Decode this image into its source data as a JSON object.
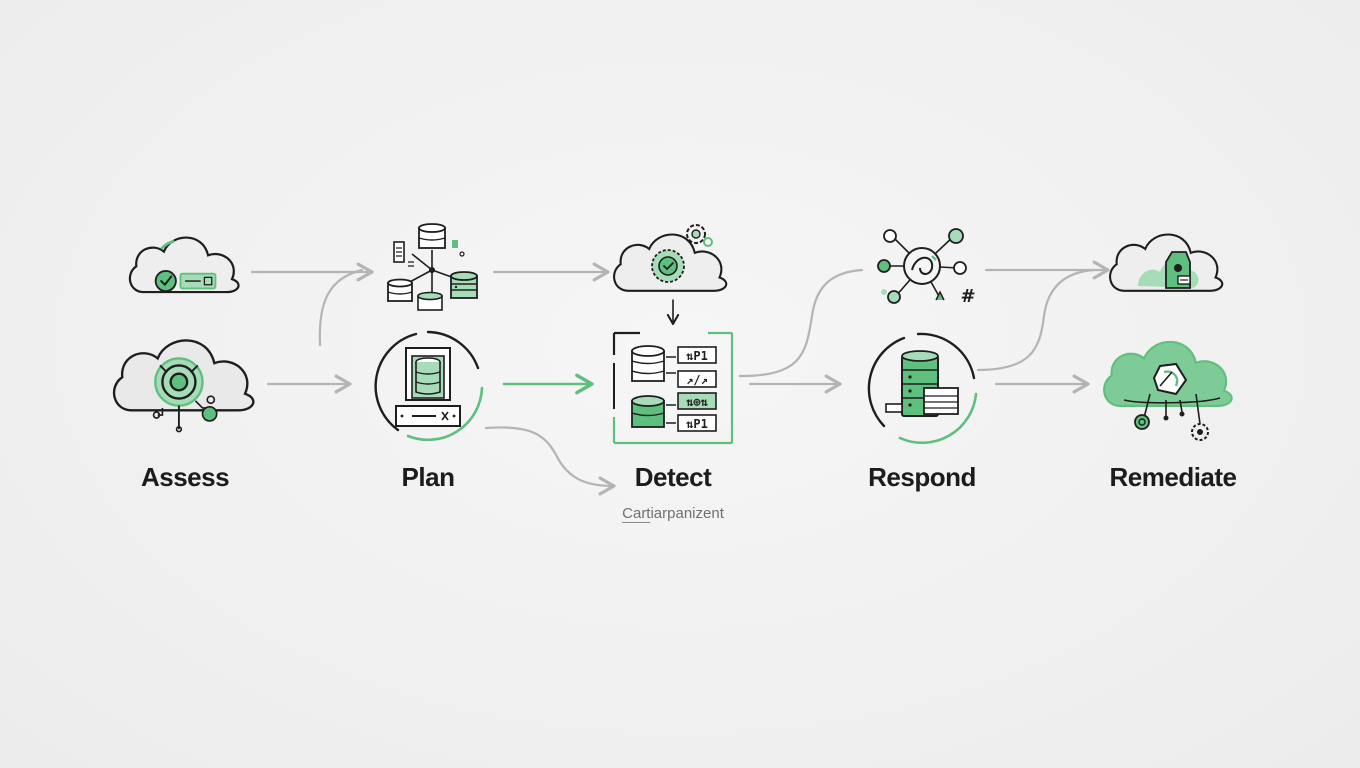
{
  "stages": [
    {
      "id": "assess",
      "label": "Assess"
    },
    {
      "id": "plan",
      "label": "Plan"
    },
    {
      "id": "detect",
      "label": "Detect",
      "sublabel": "Cartiarpanizent"
    },
    {
      "id": "respond",
      "label": "Respond"
    },
    {
      "id": "remediate",
      "label": "Remediate"
    }
  ],
  "detect_panel": {
    "rows": [
      "⇅P1",
      "↗/↗",
      "⇅⊕⇅",
      "⇅P1"
    ]
  },
  "respond_hash": "#",
  "colors": {
    "background": "#f2f2f2",
    "line": "#1e1e1e",
    "accent": "#5fbf7f",
    "accent_light": "#a7dcb8",
    "connector": "#b4b4b4",
    "label": "#1c1c1c"
  }
}
